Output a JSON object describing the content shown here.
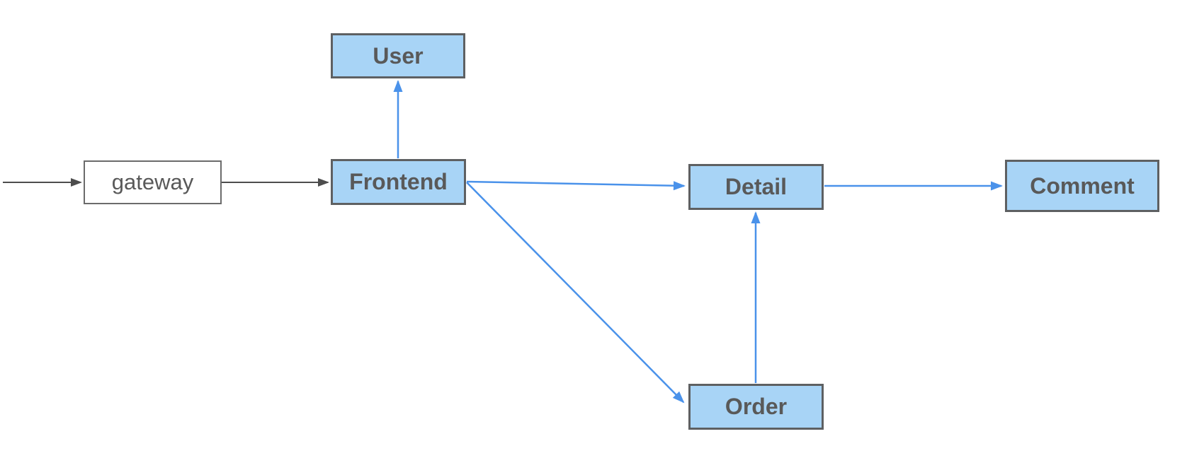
{
  "colors": {
    "node_fill": "#a8d4f6",
    "node_border": "#5e6062",
    "gateway_fill": "#ffffff",
    "gateway_border": "#6b6b6b",
    "text": "#595959",
    "arrow_blue": "#4a92ea",
    "arrow_gray": "#4d4d4d",
    "canvas_bg": "#ffffff"
  },
  "nodes": {
    "gateway": {
      "label": "gateway",
      "style": "plain"
    },
    "user": {
      "label": "User",
      "style": "service"
    },
    "frontend": {
      "label": "Frontend",
      "style": "service"
    },
    "detail": {
      "label": "Detail",
      "style": "service"
    },
    "order": {
      "label": "Order",
      "style": "service"
    },
    "comment": {
      "label": "Comment",
      "style": "service"
    }
  },
  "edges": [
    {
      "from": "external",
      "to": "gateway",
      "color": "gray"
    },
    {
      "from": "gateway",
      "to": "frontend",
      "color": "gray"
    },
    {
      "from": "frontend",
      "to": "user",
      "color": "blue"
    },
    {
      "from": "frontend",
      "to": "detail",
      "color": "blue"
    },
    {
      "from": "frontend",
      "to": "order",
      "color": "blue"
    },
    {
      "from": "order",
      "to": "detail",
      "color": "blue"
    },
    {
      "from": "detail",
      "to": "comment",
      "color": "blue"
    }
  ]
}
